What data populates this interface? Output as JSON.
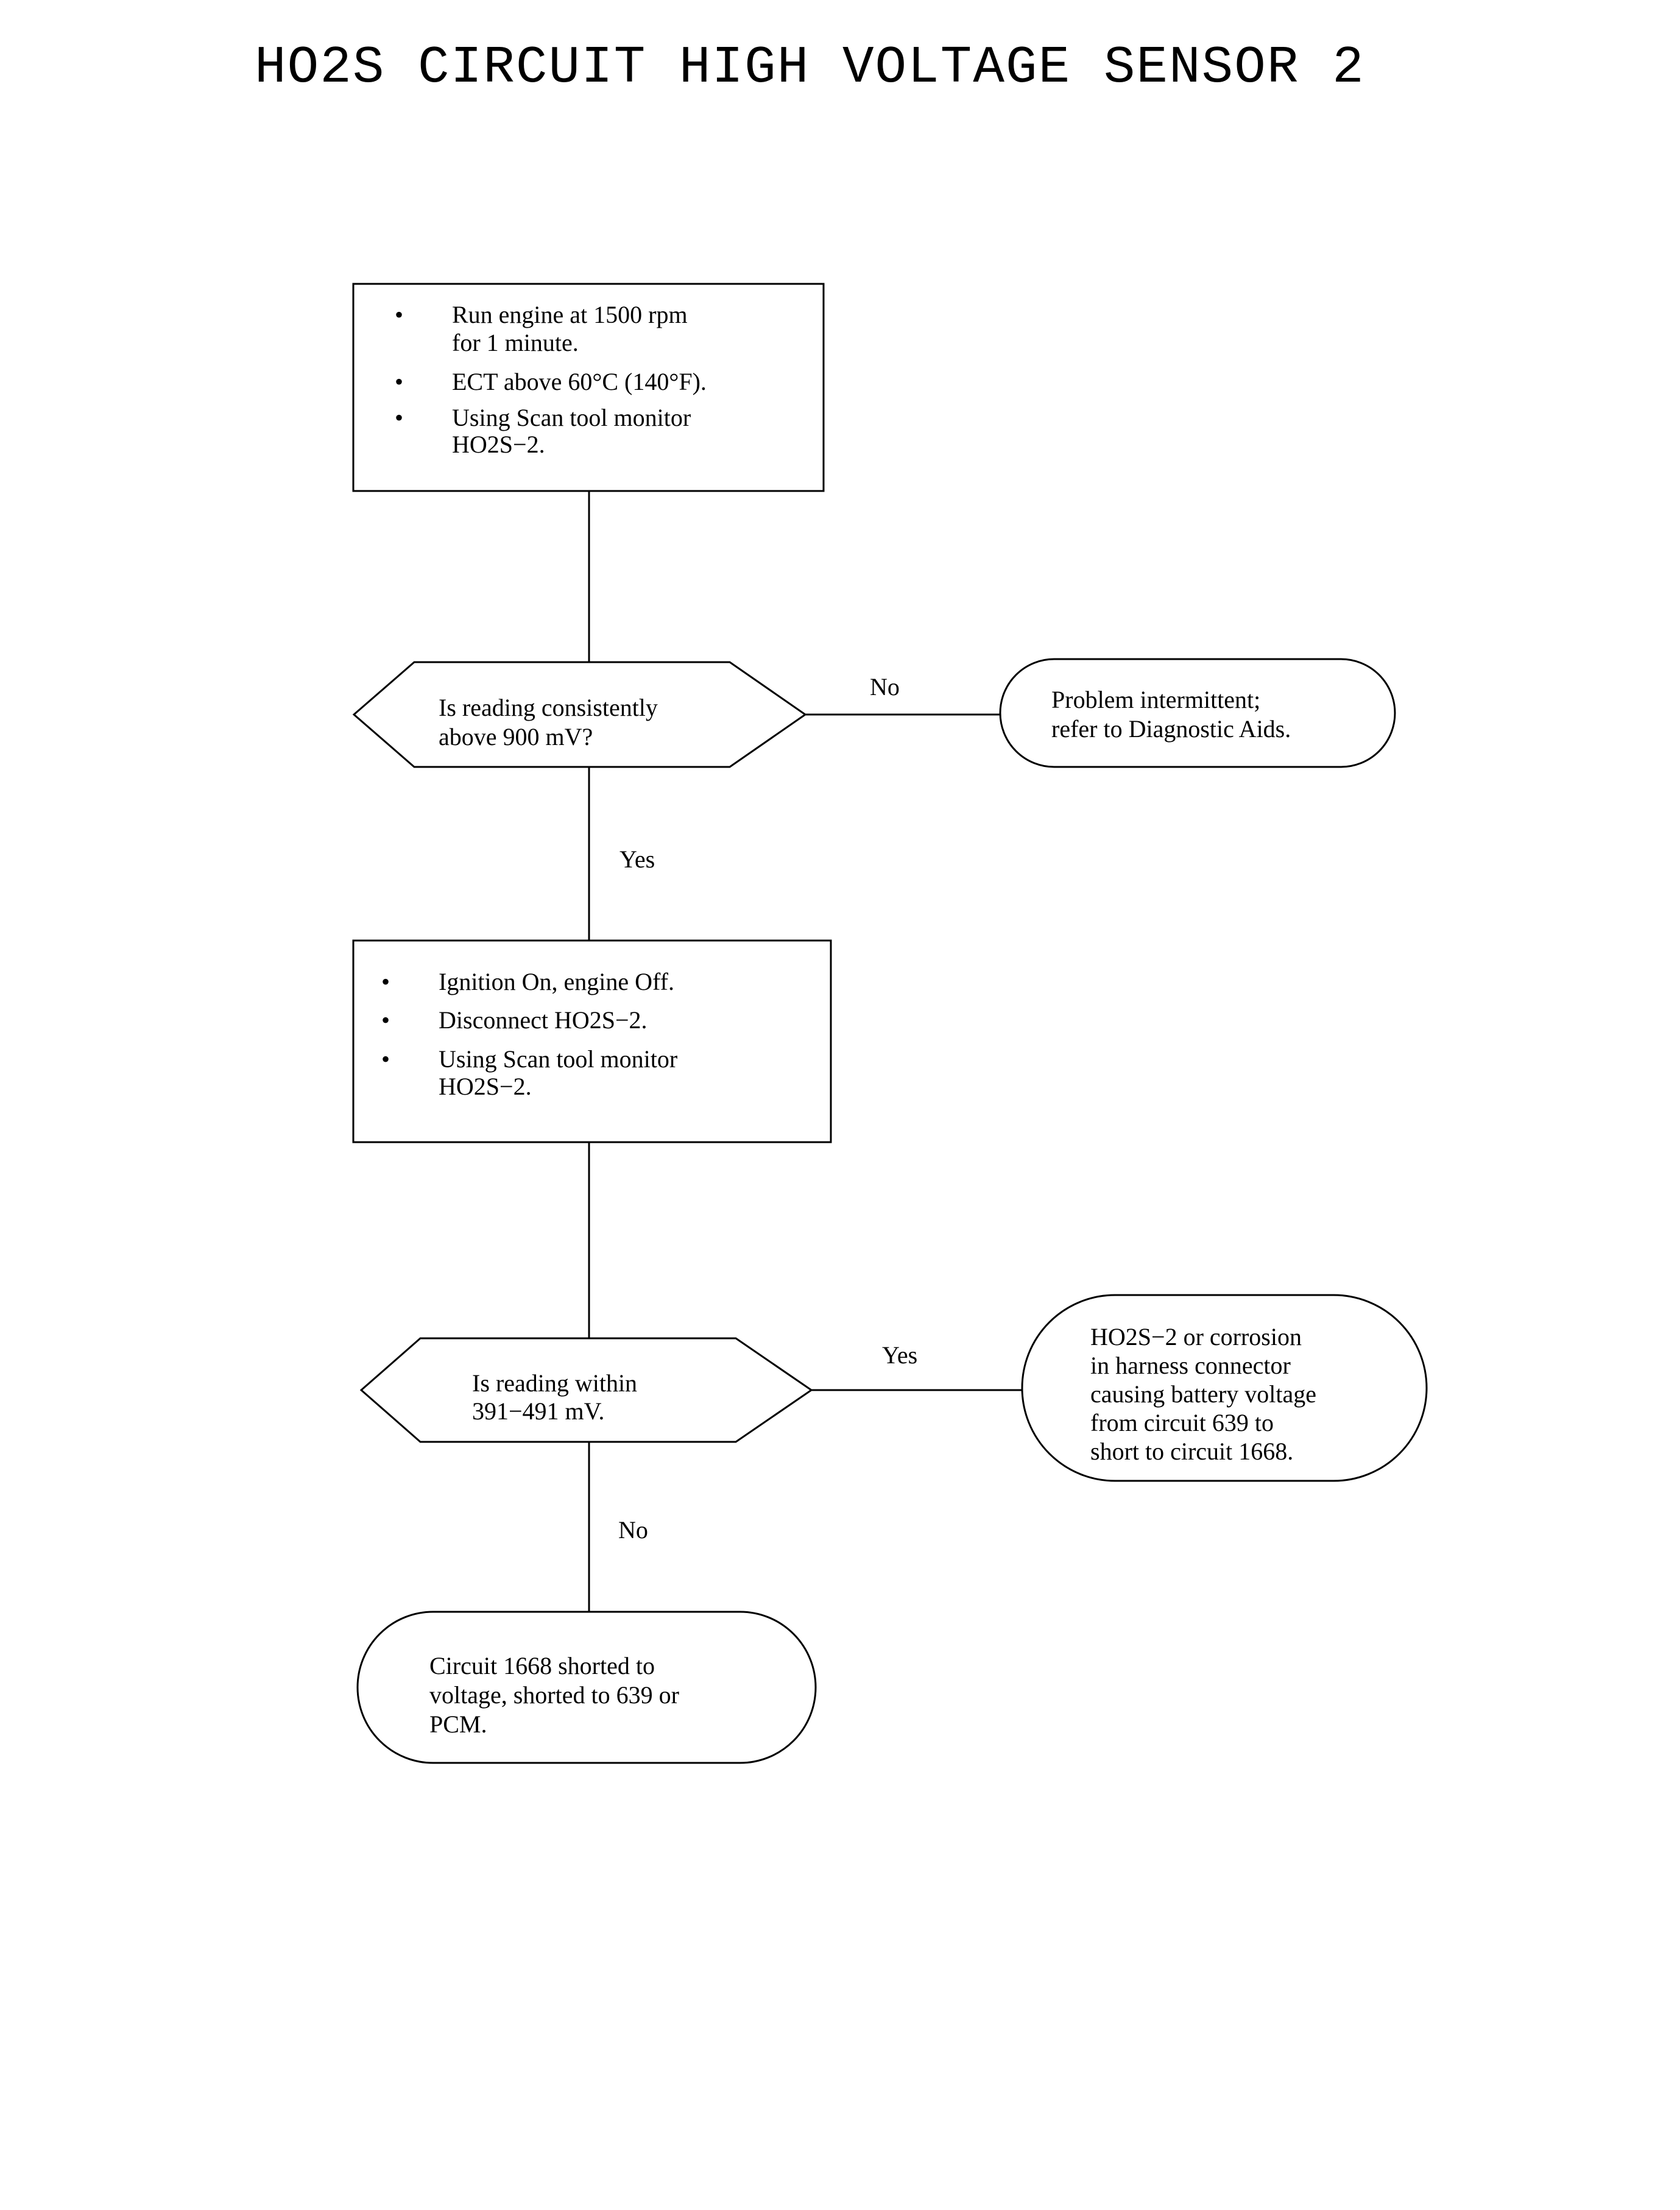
{
  "title": "HO2S CIRCUIT HIGH VOLTAGE SENSOR 2",
  "step1": {
    "bullets": [
      [
        "Run engine at 1500 rpm",
        "for 1 minute."
      ],
      [
        "ECT above 60°C (140°F)."
      ],
      [
        "Using Scan tool monitor",
        "HO2S−2."
      ]
    ]
  },
  "decision1": {
    "lines": [
      "Is reading consistently",
      "above 900 mV?"
    ],
    "no_label": "No",
    "yes_label": "Yes"
  },
  "result1": {
    "lines": [
      "Problem intermittent;",
      "refer to Diagnostic Aids."
    ]
  },
  "step2": {
    "bullets": [
      [
        "Ignition On, engine Off."
      ],
      [
        "Disconnect HO2S−2."
      ],
      [
        "Using Scan tool monitor",
        "HO2S−2."
      ]
    ]
  },
  "decision2": {
    "lines": [
      "Is reading within",
      "391−491 mV."
    ],
    "yes_label": "Yes",
    "no_label": "No"
  },
  "result2": {
    "lines": [
      "HO2S−2 or corrosion",
      "in harness connector",
      "causing battery voltage",
      "from circuit 639 to",
      "short to circuit 1668."
    ]
  },
  "result3": {
    "lines": [
      "Circuit 1668 shorted to",
      "voltage, shorted to 639 or",
      "PCM."
    ]
  },
  "bullet_glyph": "•"
}
